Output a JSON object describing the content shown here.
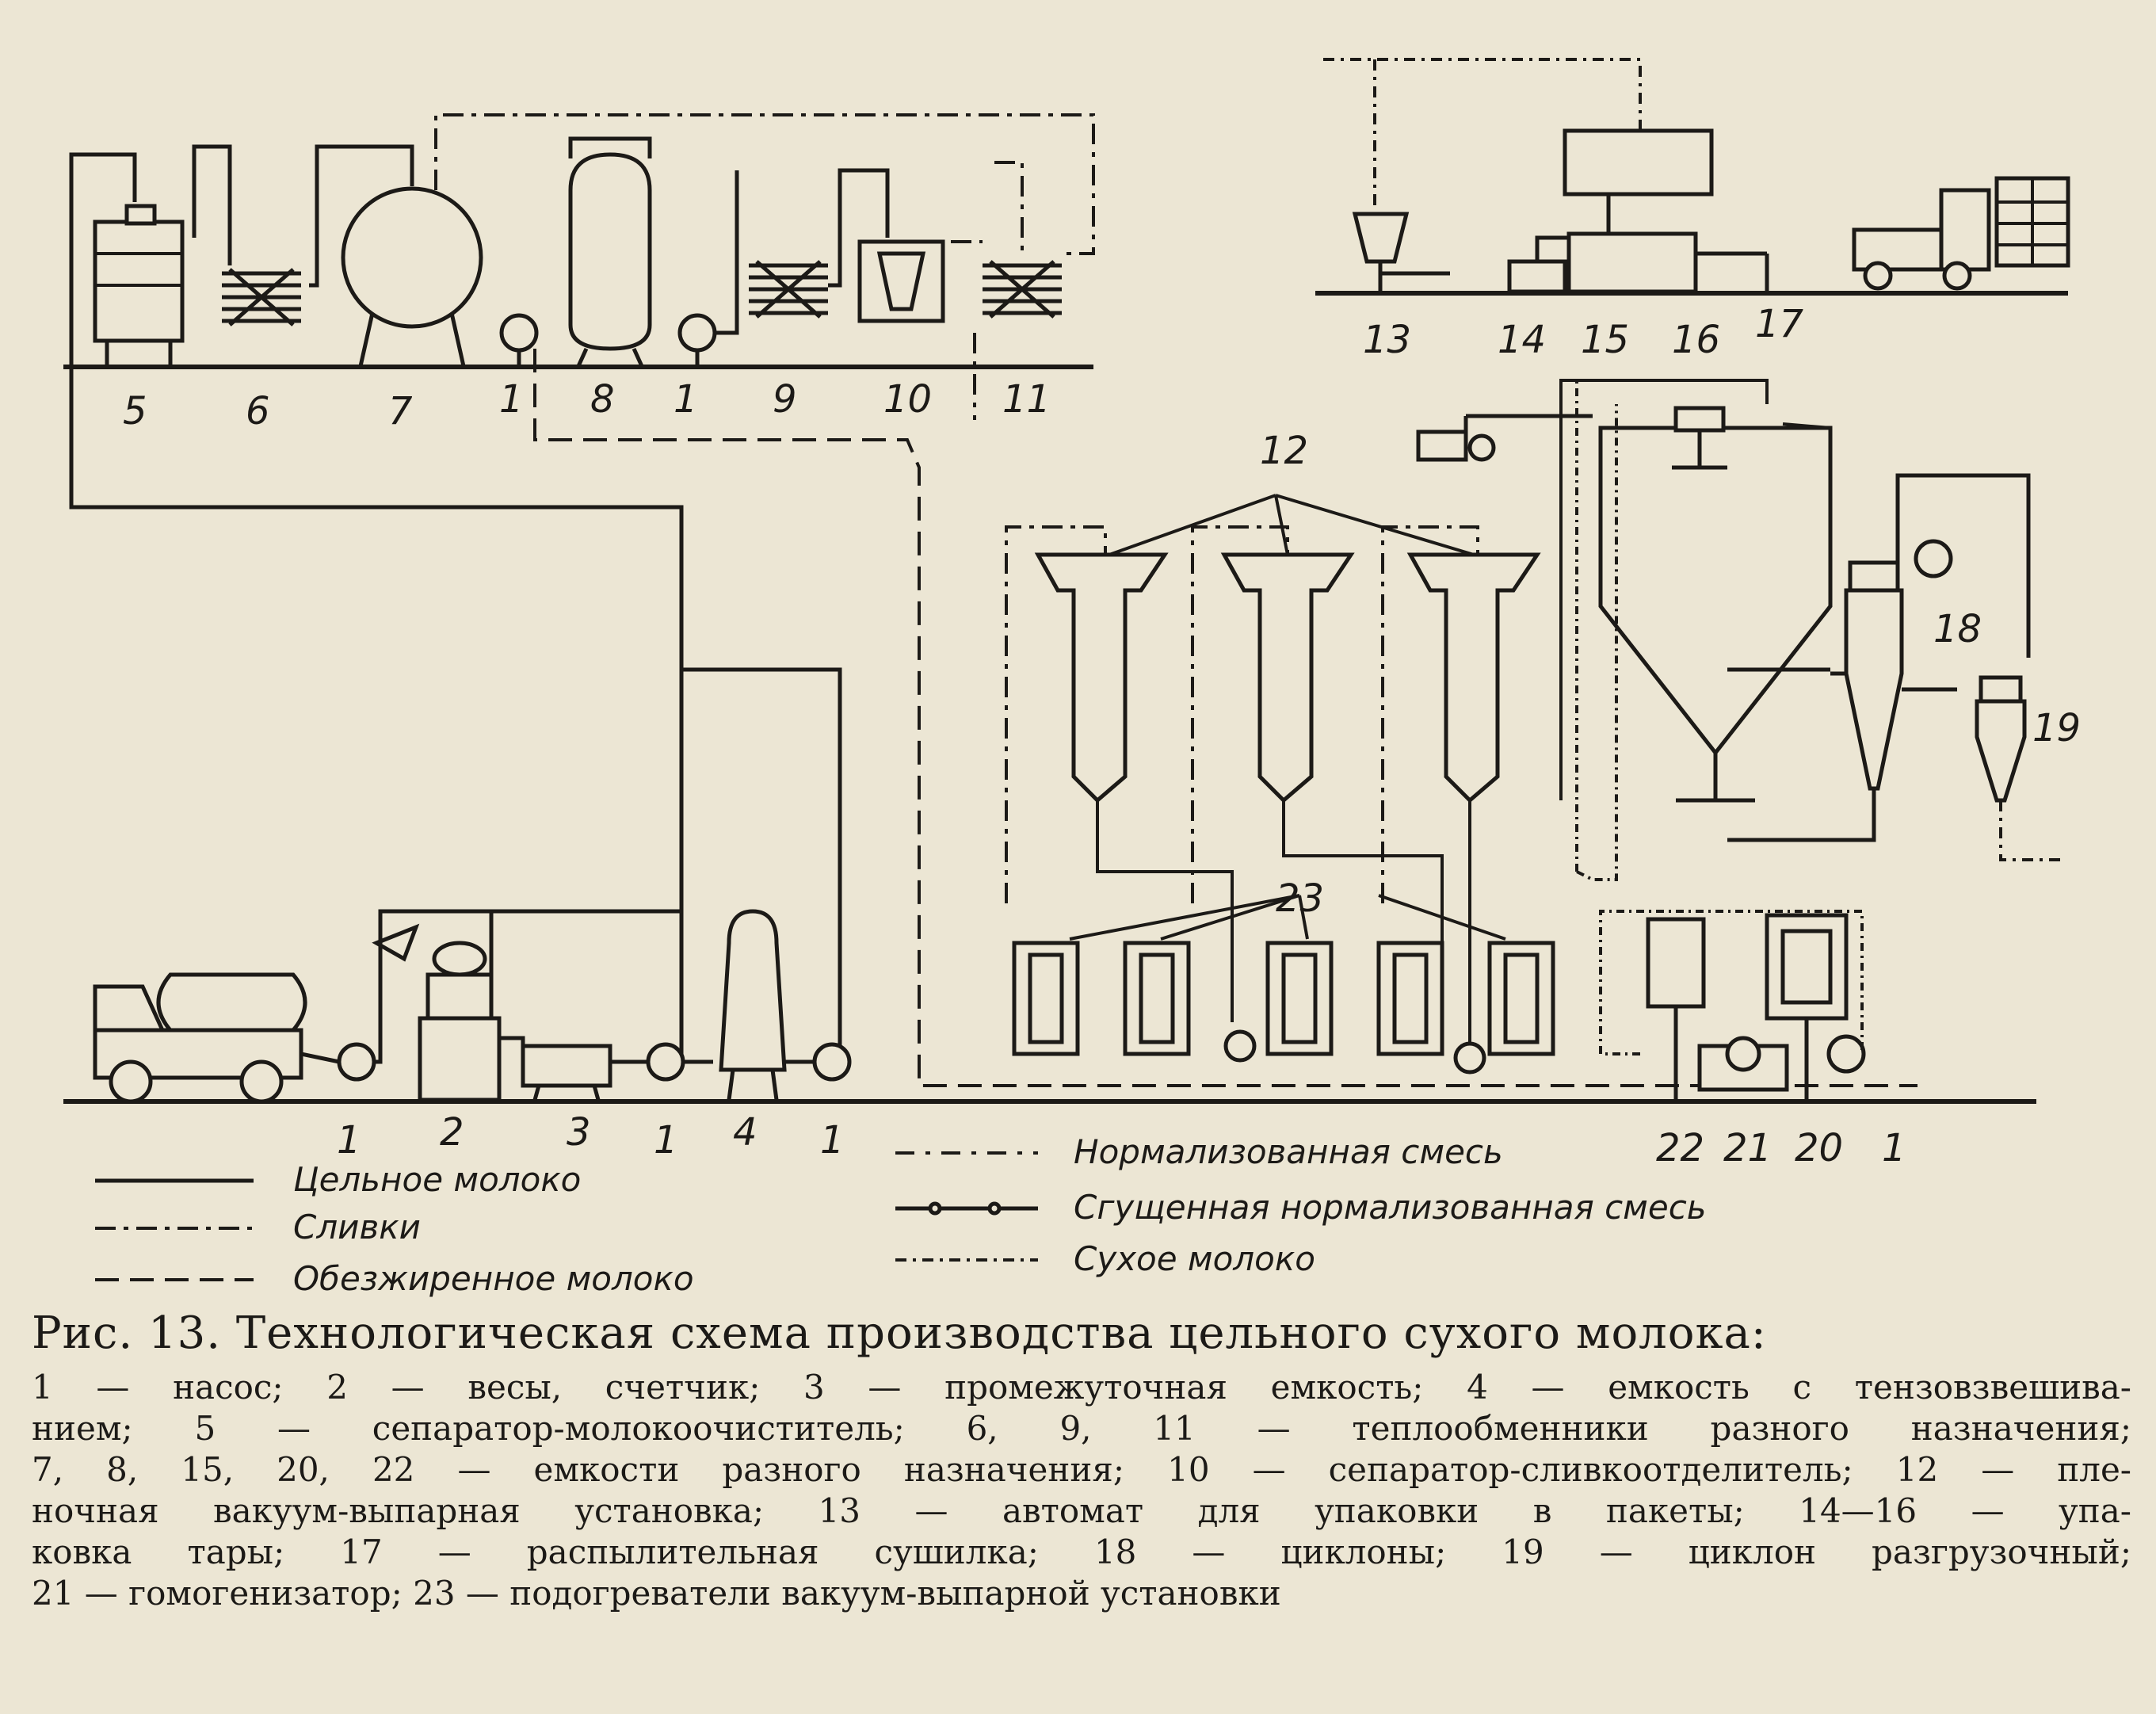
{
  "diagram": {
    "labels": {
      "n1a": "1",
      "n1b": "1",
      "n1c": "1",
      "n1d": "1",
      "n1e": "1",
      "n1f": "1",
      "n2": "2",
      "n3": "3",
      "n4": "4",
      "n5": "5",
      "n6": "6",
      "n7": "7",
      "n8": "8",
      "n9": "9",
      "n10": "10",
      "n11": "11",
      "n12": "12",
      "n13": "13",
      "n14": "14",
      "n15": "15",
      "n16": "16",
      "n17": "17",
      "n18": "18",
      "n19": "19",
      "n20": "20",
      "n21": "21",
      "n22": "22",
      "n23": "23"
    },
    "legend": [
      {
        "key": "whole_milk",
        "label": "Цельное молоко"
      },
      {
        "key": "cream",
        "label": "Сливки"
      },
      {
        "key": "skim_milk",
        "label": "Обезжиренное молоко"
      },
      {
        "key": "normalized_mix",
        "label": "Нормализованная смесь"
      },
      {
        "key": "condensed_mix",
        "label": "Сгущенная нормализованная смесь"
      },
      {
        "key": "dry_milk",
        "label": "Сухое молоко"
      }
    ]
  },
  "caption": {
    "title": "Рис. 13. Технологическая схема производства цельного сухого молока:",
    "lines": [
      "1 — насос; 2 — весы, счетчик; 3 — промежуточная емкость; 4 — емкость с тензовзвешива-",
      "нием; 5 — сепаратор-молокоочиститель; 6, 9, 11 — теплообменники разного назначения;",
      "7, 8, 15, 20, 22 — емкости разного назначения; 10 — сепаратор-сливкоотделитель; 12 — пле-",
      "ночная вакуум-выпарная установка; 13 — автомат для упаковки в пакеты; 14—16 — упа-",
      "ковка тары; 17 — распылительная сушилка; 18 — циклоны; 19 — циклон разгрузочный;",
      "21 — гомогенизатор; 23 — подогреватели вакуум-выпарной установки"
    ]
  }
}
